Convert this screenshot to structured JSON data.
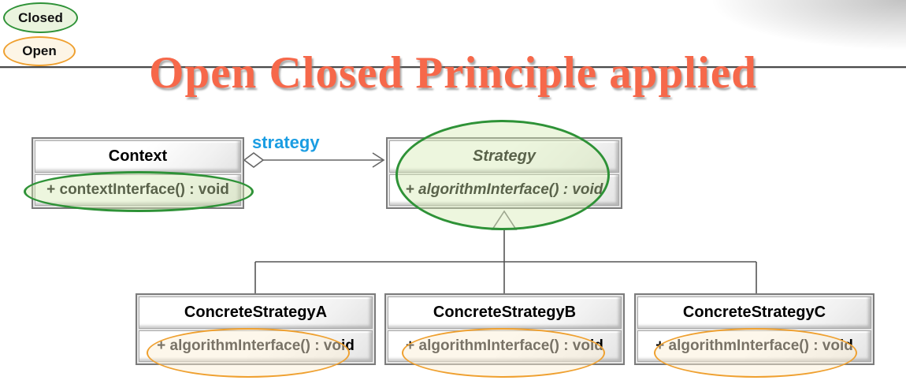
{
  "title": "Open Closed Principle applied",
  "legend": {
    "closed_label": "Closed",
    "open_label": "Open"
  },
  "diagram": {
    "association_label": "strategy",
    "classes": {
      "context": {
        "name": "Context",
        "method": "+ contextInterface() : void"
      },
      "strategy": {
        "name": "Strategy",
        "method": "+ algorithmInterface() : void"
      },
      "concrete_a": {
        "name": "ConcreteStrategyA",
        "method": "+ algorithmInterface() : void"
      },
      "concrete_b": {
        "name": "ConcreteStrategyB",
        "method": "+ algorithmInterface() : void"
      },
      "concrete_c": {
        "name": "ConcreteStrategyC",
        "method": "+ algorithmInterface() : void"
      }
    }
  },
  "colors": {
    "title": "#f6684a",
    "association": "#1b9de2",
    "closed_stroke": "#2e9237",
    "closed_fill": "#eaf4de",
    "open_stroke": "#efa02f",
    "open_fill": "#fdf5e6"
  }
}
